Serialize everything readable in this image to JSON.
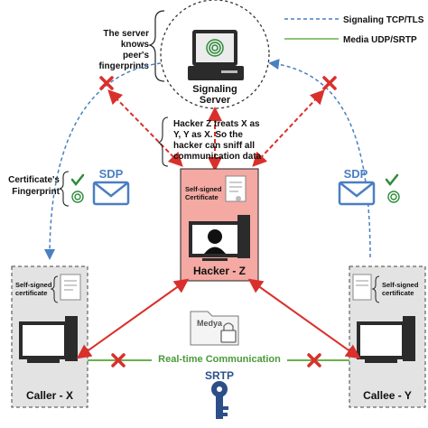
{
  "legend": {
    "signaling": "Signaling TCP/TLS",
    "media": "Media UDP/SRTP"
  },
  "server_note": [
    "The server",
    "knows",
    "peer's",
    "fingerprints"
  ],
  "server_label": [
    "Signaling",
    "Server"
  ],
  "hacker_note": [
    "Hacker Z treats X as",
    "Y, Y as X. So the",
    "hacker can sniff all",
    "communication data"
  ],
  "cert_fingerprint_note": [
    "Certificate's",
    "Fingerprint"
  ],
  "sdp_left": "SDP",
  "sdp_right": "SDP",
  "hacker_cert": [
    "Self-signed",
    "Certificate"
  ],
  "hacker_label": "Hacker - Z",
  "caller_cert": [
    "Self-signed",
    "certificate"
  ],
  "caller_label": "Caller - X",
  "callee_cert": [
    "Self-signed",
    "certificate"
  ],
  "callee_label": "Callee - Y",
  "media_folder": "Medya",
  "realtime": "Real-time Communication",
  "srtp": "SRTP",
  "colors": {
    "signaling": "#4a7fc1",
    "media": "#6ab04c",
    "attack": "#d9302c",
    "hacker_bg": "#f4a9a3",
    "box_bg": "#e3e3e3"
  }
}
